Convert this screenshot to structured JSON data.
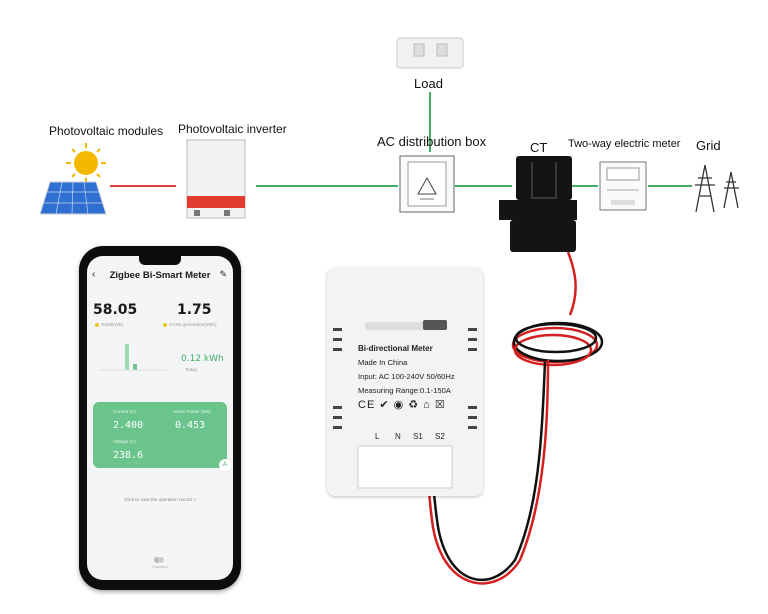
{
  "labels": {
    "pv_modules": "Photovoltaic modules",
    "pv_inverter": "Photovoltaic inverter",
    "load": "Load",
    "ac_box": "AC distribution box",
    "ct": "CT",
    "meter_2way": "Two-way electric meter",
    "grid": "Grid"
  },
  "colors": {
    "line_green": "#3fae64",
    "line_red": "#e04040",
    "wire_red": "#d42020",
    "wire_black": "#111111"
  },
  "phone": {
    "title": "Zigbee Bi-Smart Meter",
    "back_icon": "‹",
    "edit_icon": "✎",
    "total_value": "58.05",
    "total_caption": "Total(kWh)",
    "gross_value": "1.75",
    "gross_caption": "Gross generation(kWh)",
    "today_value": "0.12 kWh",
    "today_caption": "Today",
    "current_caption": "Current (A)",
    "current_value": "2.400",
    "power_caption": "Active Power (kW)",
    "power_value": "0.453",
    "voltage_caption": "Voltage (V)",
    "voltage_value": "238.6",
    "badge": "A",
    "operation_link": "Click to view the operation record >",
    "menu_label": "Function"
  },
  "meter": {
    "title": "Bi-directional Meter",
    "origin": "Made In China",
    "input": "Input: AC 100-240V 50/60Hz",
    "range": "Measuring Range:0.1-150A",
    "marks": "CE ✔ ◉ ♻ ⌂ ☒",
    "terminals": [
      "L",
      "N",
      "S1",
      "S2"
    ]
  }
}
